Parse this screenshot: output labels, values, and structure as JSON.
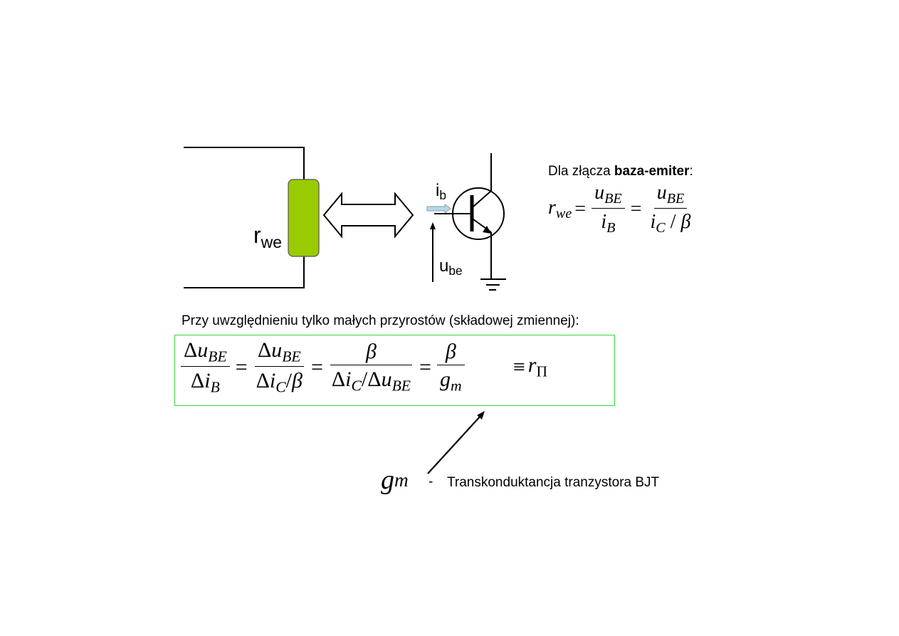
{
  "circuit": {
    "resistor_label": "r",
    "resistor_sub": "we",
    "base_current_label": "i",
    "base_current_sub": "b",
    "voltage_label": "u",
    "voltage_sub": "be",
    "resistor_color": "#99cc00",
    "ib_arrow_color": "#b8d8e8"
  },
  "junction": {
    "heading_prefix": "Dla złącza ",
    "heading_bold": "baza-emiter",
    "heading_suffix": ":",
    "r": "r",
    "r_sub": "we",
    "eq": "=",
    "u": "u",
    "BE": "BE",
    "i": "i",
    "B": "B",
    "C": "C",
    "slash": " / ",
    "beta": "β"
  },
  "increments": {
    "intro": "Przy uwzględnieniu tylko małych przyrostów (składowej zmiennej):",
    "delta": "Δ",
    "u": "u",
    "BE": "BE",
    "i": "i",
    "B": "B",
    "C": "C",
    "slash": "/",
    "beta": "β",
    "g": "g",
    "m": "m",
    "eq": "=",
    "equiv": "≡",
    "r": "r",
    "pi": "Π",
    "box_color": "#33dd33"
  },
  "note": {
    "g": "g",
    "m": "m",
    "dash": "-",
    "text": "Transkonduktancja tranzystora BJT"
  }
}
